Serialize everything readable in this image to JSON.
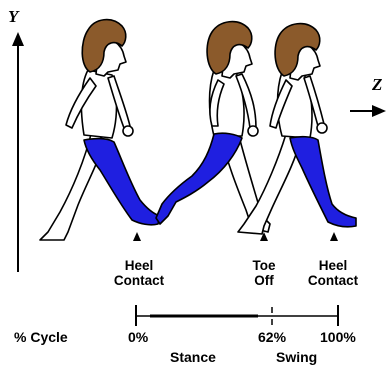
{
  "axes": {
    "vertical": "Y",
    "horizontal": "Z"
  },
  "events": [
    {
      "line1": "Heel",
      "line2": "Contact"
    },
    {
      "line1": "Toe",
      "line2": "Off"
    },
    {
      "line1": "Heel",
      "line2": "Contact"
    }
  ],
  "timeline": {
    "label": "% Cycle",
    "ticks": [
      "0%",
      "62%",
      "100%"
    ],
    "phases": [
      "Stance",
      "Swing"
    ]
  },
  "colors": {
    "hair": "#8b5a2b",
    "leg": "#1f1fe0",
    "outline": "#000000",
    "skin": "#ffffff"
  }
}
